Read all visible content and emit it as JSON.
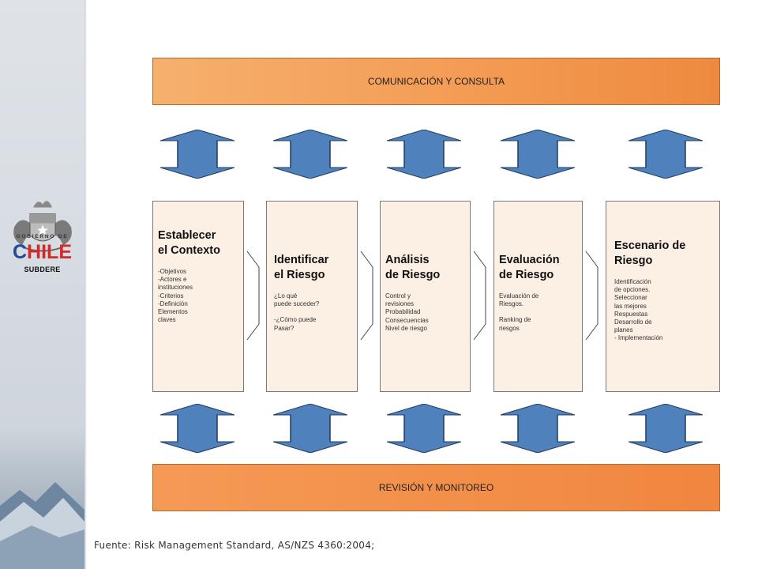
{
  "sidebar": {
    "logo": {
      "icon": "chile-coat-of-arms-icon",
      "gobierno_de": "GOBIERNO DE",
      "chile": "CHILE",
      "subdere": "SUBDERE"
    }
  },
  "top_band": {
    "label": "COMUNICACIÓN  Y CONSULTA"
  },
  "bottom_band": {
    "label": "REVISIÓN  Y MONITOREO"
  },
  "arrow_icon": "double-arrow-vertical-icon",
  "chevron_icon": "chevron-right-icon",
  "stages": [
    {
      "title1": "Establecer",
      "title2": "el Contexto",
      "items": [
        "-Objetivos",
        "-Actores e",
        "instituciones",
        "-Criterios",
        "-Definición",
        "Elementos",
        "claves"
      ]
    },
    {
      "title1": "Identificar",
      "title2": "el Riesgo",
      "items": [
        "¿Lo qué",
        "puede  suceder?",
        "",
        "-¿Cómo puede",
        "Pasar?"
      ]
    },
    {
      "title1": "Análisis",
      "title2": "de Riesgo",
      "items": [
        "Control y",
        "revisiones",
        "Probabilidad",
        "Consecuencias",
        "Nivel de  riesgo"
      ]
    },
    {
      "title1": "Evaluación",
      "title2": "de Riesgo",
      "items": [
        "Evaluación de",
        "Riesgos.",
        "",
        "Ranking de",
        "riesgos"
      ]
    },
    {
      "title1": "Escenario de",
      "title2": "Riesgo",
      "items": [
        "Identificación",
        "de opciones.",
        "Seleccionar",
        "las mejores",
        "Respuestas",
        "Desarrollo de",
        "planes",
        "- Implementación"
      ]
    }
  ],
  "colors": {
    "arrow_fill": "#4f81bd",
    "band": "#f39a52",
    "stage_bg": "#fcefe4"
  },
  "source": "Fuente:  Risk Management  Standard,  AS/NZS 4360:2004;"
}
